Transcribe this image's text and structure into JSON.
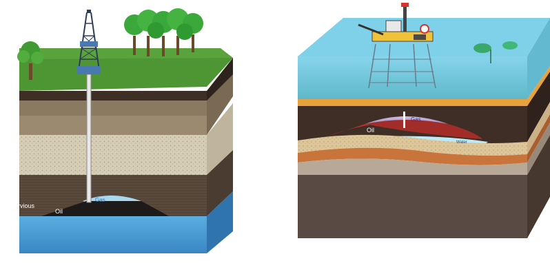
{
  "left_diagram": {
    "labels": {
      "impervious": "rvious",
      "gas": "Gas",
      "oil": "Oil"
    }
  },
  "right_diagram": {
    "labels": {
      "gas": "Gas",
      "oil": "Oil",
      "water": "Water"
    }
  },
  "colors": {
    "grass": "#5aa33c",
    "soil_brown": "#6e5a44",
    "sandstone": "#cfc7b2",
    "shale_dark": "#4a3a30",
    "water_blue": "#4a9ed6",
    "sea_surface": "#7fd1ea",
    "orange_band": "#e8a23c",
    "oil_red": "#b8332e",
    "gas_lavender": "#b8a9d9",
    "deep_rock": "#5a4a44"
  },
  "icons": [
    "drilling-derrick-icon",
    "oil-platform-icon",
    "tree-icon",
    "buoy-icon"
  ]
}
